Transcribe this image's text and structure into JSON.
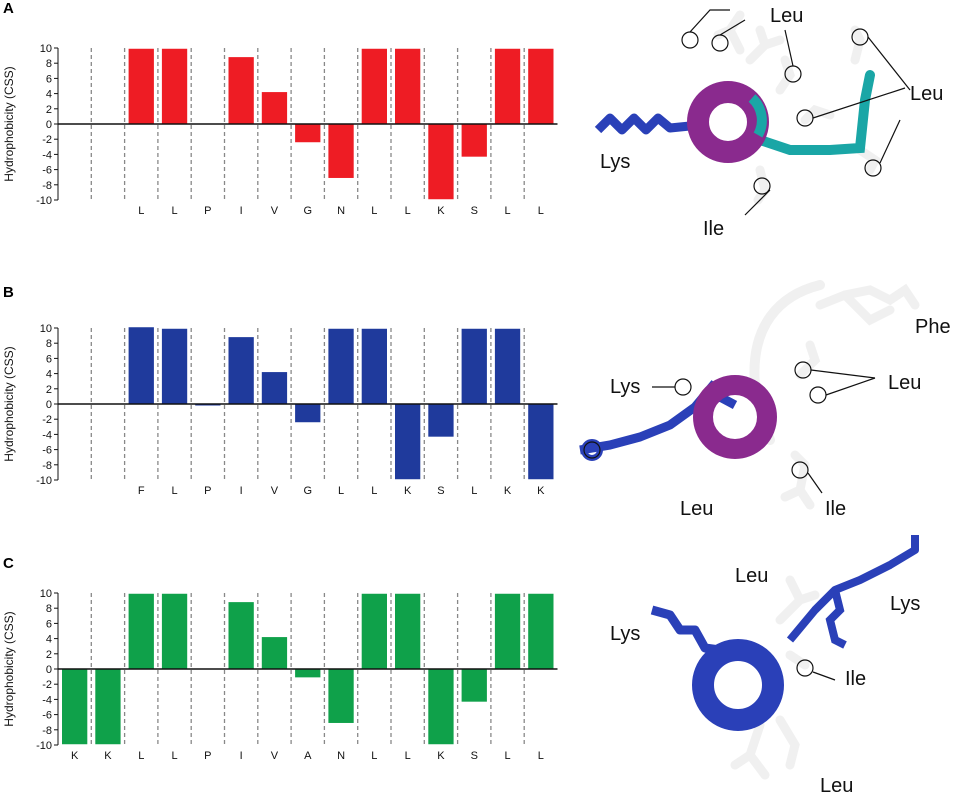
{
  "panels": [
    {
      "letter": "A"
    },
    {
      "letter": "B"
    },
    {
      "letter": "C"
    }
  ],
  "chart_data": [
    {
      "type": "bar",
      "ylabel": "Hydrophobicity (CSS)",
      "ylim": [
        -10,
        10
      ],
      "yticks": [
        10,
        8,
        6,
        4,
        2,
        0,
        -2,
        -4,
        -6,
        -8,
        -10
      ],
      "color": "#ee1c24",
      "categories": [
        "",
        "",
        "L",
        "L",
        "P",
        "I",
        "V",
        "G",
        "N",
        "L",
        "L",
        "K",
        "S",
        "L",
        "L"
      ],
      "values": [
        0,
        0,
        9.9,
        9.9,
        0,
        8.8,
        4.2,
        -2.4,
        -7.1,
        9.9,
        9.9,
        -9.9,
        -4.3,
        9.9,
        9.9
      ]
    },
    {
      "type": "bar",
      "ylabel": "Hydrophobicity (CSS)",
      "ylim": [
        -10,
        10
      ],
      "yticks": [
        10,
        8,
        6,
        4,
        2,
        0,
        -2,
        -4,
        -6,
        -8,
        -10
      ],
      "color": "#1f3a9c",
      "categories": [
        "",
        "",
        "F",
        "L",
        "P",
        "I",
        "V",
        "G",
        "L",
        "L",
        "K",
        "S",
        "L",
        "K",
        "K"
      ],
      "values": [
        0,
        0,
        10.1,
        9.9,
        -0.2,
        8.8,
        4.2,
        -2.4,
        9.9,
        9.9,
        -9.9,
        -4.3,
        9.9,
        9.9,
        -9.9
      ]
    },
    {
      "type": "bar",
      "ylabel": "Hydrophobicity (CSS)",
      "ylim": [
        -10,
        10
      ],
      "yticks": [
        10,
        8,
        6,
        4,
        2,
        0,
        -2,
        -4,
        -6,
        -8,
        -10
      ],
      "color": "#0fa14a",
      "categories": [
        "K",
        "K",
        "L",
        "L",
        "P",
        "I",
        "V",
        "A",
        "N",
        "L",
        "L",
        "K",
        "S",
        "L",
        "L"
      ],
      "values": [
        -9.9,
        -9.9,
        9.9,
        9.9,
        0,
        8.8,
        4.2,
        -1.1,
        -7.1,
        9.9,
        9.9,
        -9.9,
        -4.3,
        9.9,
        9.9
      ]
    }
  ],
  "molecules": {
    "a": {
      "labels": [
        "Leu",
        "Leu",
        "Lys",
        "Ile"
      ]
    },
    "b": {
      "labels": [
        "Phe",
        "Lys",
        "Leu",
        "Leu",
        "Ile"
      ]
    },
    "c": {
      "labels": [
        "Leu",
        "Lys",
        "Lys",
        "Ile",
        "Leu"
      ]
    },
    "colors": {
      "magenta": "#8a2a8e",
      "teal": "#1aa6a6",
      "blue": "#2a40b8",
      "sidechain": "#f0f0f0"
    }
  }
}
